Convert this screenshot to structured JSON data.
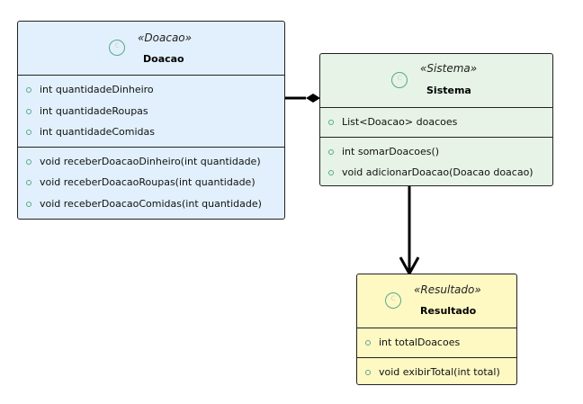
{
  "classes": {
    "doacao": {
      "stereotype": "«Doacao»",
      "name": "Doacao",
      "attributes": [
        "int quantidadeDinheiro",
        "int quantidadeRoupas",
        "int quantidadeComidas"
      ],
      "methods": [
        "void receberDoacaoDinheiro(int quantidade)",
        "void receberDoacaoRoupas(int quantidade)",
        "void receberDoacaoComidas(int quantidade)"
      ],
      "color": "#e1f0fc"
    },
    "sistema": {
      "stereotype": "«Sistema»",
      "name": "Sistema",
      "attributes": [
        "List<Doacao> doacoes"
      ],
      "methods": [
        "int somarDoacoes()",
        "void adicionarDoacao(Doacao doacao)"
      ],
      "color": "#e6f3e6"
    },
    "resultado": {
      "stereotype": "«Resultado»",
      "name": "Resultado",
      "attributes": [
        "int totalDoacoes"
      ],
      "methods": [
        "void exibirTotal(int total)"
      ],
      "color": "#fef9c3"
    }
  },
  "relations": [
    {
      "from": "doacao",
      "to": "sistema",
      "kind": "composition"
    },
    {
      "from": "sistema",
      "to": "resultado",
      "kind": "association-arrow"
    }
  ]
}
